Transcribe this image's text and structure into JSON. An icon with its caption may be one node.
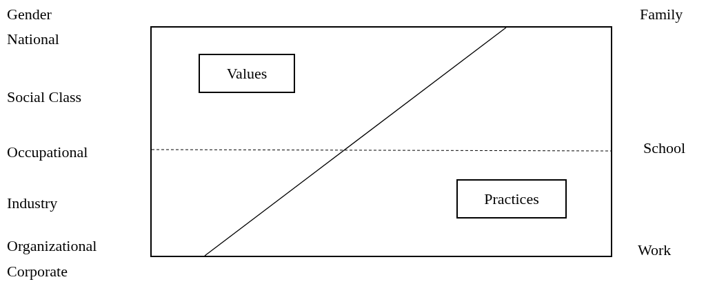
{
  "diagram": {
    "nodes": [
      {
        "text": [],
        "shape": "box"
      },
      {
        "text": [
          "Values"
        ],
        "in": 0
      },
      {
        "text": [
          "Practices"
        ],
        "in": 0
      }
    ],
    "labels": [
      "Gender",
      "Family",
      "National",
      "Social Class",
      "Occupational",
      "School",
      "Industry",
      "Organizational",
      "Work",
      "Corporate"
    ]
  }
}
